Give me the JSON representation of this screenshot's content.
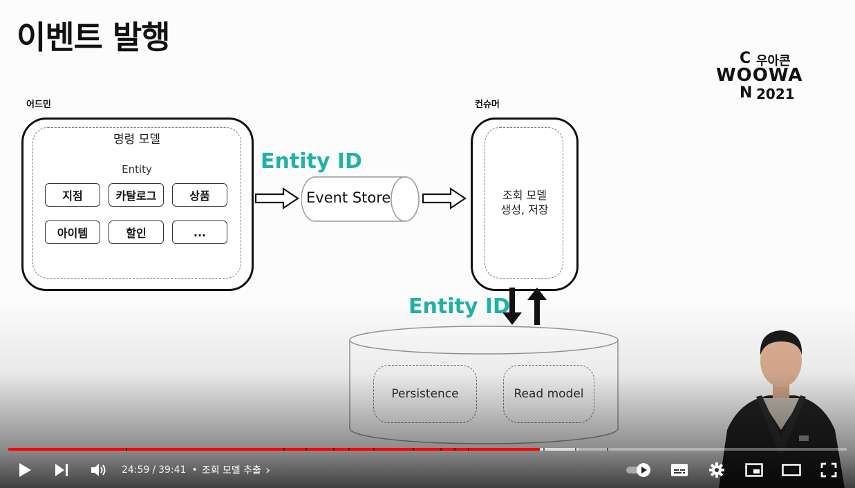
{
  "slide": {
    "title": "이벤트 발행",
    "logo": {
      "c": "C",
      "korean": "우아콘",
      "woowa": "WOOWA",
      "n": "N",
      "year": "2021"
    },
    "admin_label": "어드민",
    "consumer_label": "컨슈머",
    "command_model_title": "명령 모델",
    "entity_label": "Entity",
    "entity_chips": [
      "지점",
      "카탈로그",
      "상품",
      "아이템",
      "할인",
      "..."
    ],
    "entity_id_top": "Entity ID",
    "entity_id_bottom": "Entity ID",
    "event_store_label": "Event Store",
    "consumer_text_line1": "조회 모델",
    "consumer_text_line2": "생성, 저장",
    "db_persistence": "Persistence",
    "db_read_model": "Read model",
    "colors": {
      "entity_id": "#22b2a6",
      "progress": "#ff0000"
    }
  },
  "player": {
    "progress_played_fraction": 0.634,
    "progress_buffered_fraction": 0.68,
    "current_time": "24:59",
    "duration": "39:41",
    "time_separator": "/",
    "bullet": "•",
    "chapter_title": "조회 모델 추출",
    "chapter_chevron": "›",
    "icons": {
      "play": "play-icon",
      "next": "next-icon",
      "volume": "volume-icon",
      "autoplay": "autoplay-toggle-icon",
      "subtitles": "subtitles-icon",
      "settings": "gear-icon",
      "miniplayer": "miniplayer-icon",
      "theater": "theater-mode-icon",
      "fullscreen": "fullscreen-icon"
    }
  }
}
